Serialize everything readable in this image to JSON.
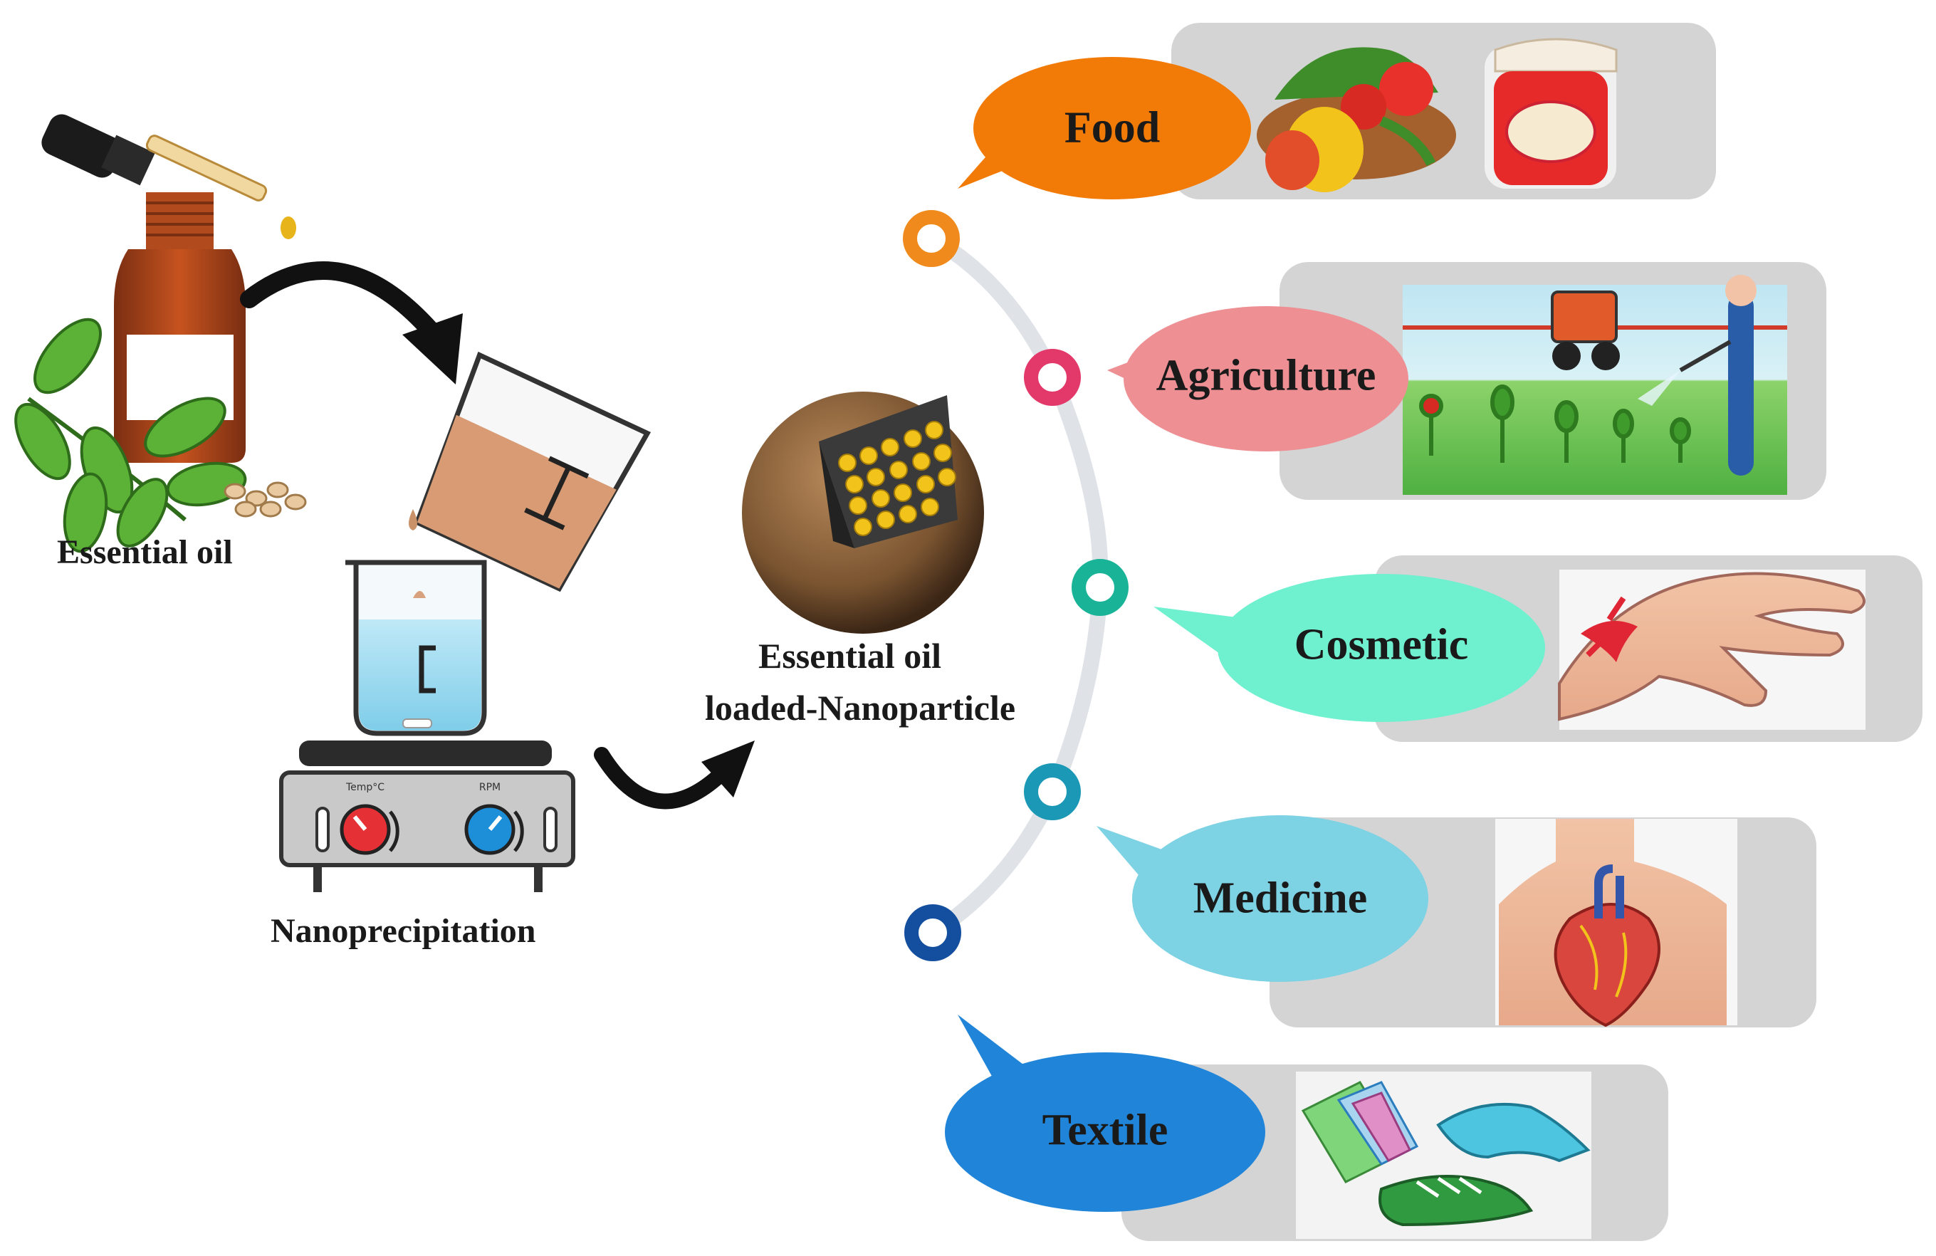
{
  "left_labels": {
    "essential_oil": "Essential oil",
    "nanoprecipitation": "Nanoprecipitation",
    "nanoparticle_line1": "Essential oil",
    "nanoparticle_line2": "loaded-Nanoparticle"
  },
  "hotplate": {
    "knob_left_label": "Temp°C",
    "knob_right_label": "RPM"
  },
  "applications": [
    {
      "label": "Food",
      "color": "#f27a06"
    },
    {
      "label": "Agriculture",
      "color": "#ee8f94"
    },
    {
      "label": "Cosmetic",
      "color": "#6ff0cf"
    },
    {
      "label": "Medicine",
      "color": "#7dd2e4"
    },
    {
      "label": "Textile",
      "color": "#2085d9"
    }
  ],
  "timeline_nodes": [
    {
      "color": "#f08a1c"
    },
    {
      "color": "#e2386a"
    },
    {
      "color": "#19b497"
    },
    {
      "color": "#1b98b5"
    },
    {
      "color": "#134f9e"
    }
  ]
}
